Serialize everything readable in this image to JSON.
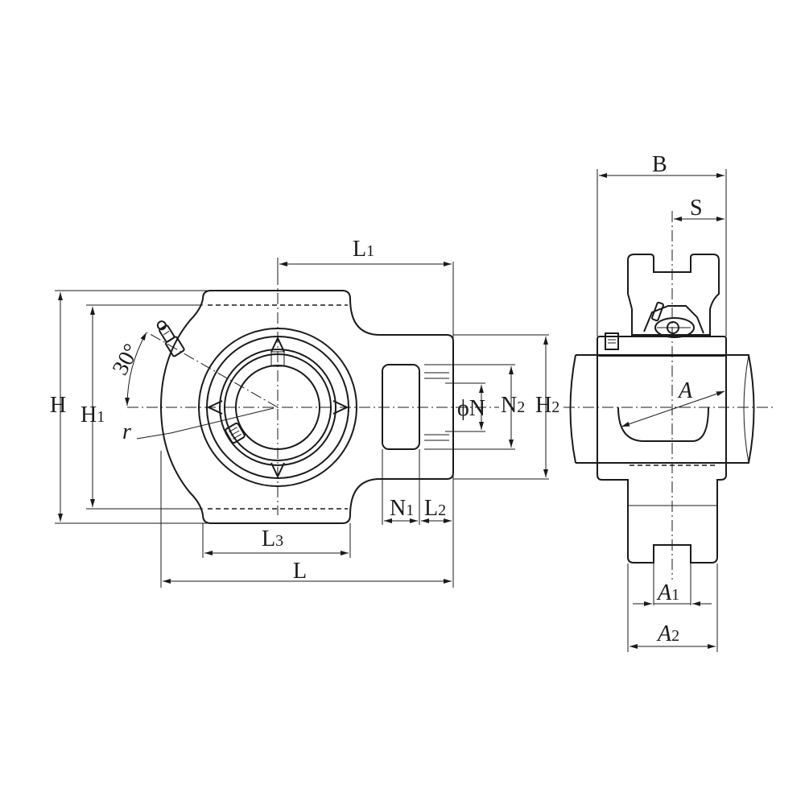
{
  "labels": {
    "H": "H",
    "H1": "H",
    "H1_sub": "1",
    "H2": "H",
    "H2_sub": "2",
    "L": "L",
    "L1": "L",
    "L1_sub": "1",
    "L2": "L",
    "L2_sub": "2",
    "L3": "L",
    "L3_sub": "3",
    "N1": "N",
    "N1_sub": "1",
    "N2": "N",
    "N2_sub": "2",
    "phiN": "ϕN",
    "r": "r",
    "angle": "30°",
    "B": "B",
    "S": "S",
    "A": "A",
    "A1": "A",
    "A1_sub": "1",
    "A2": "A",
    "A2_sub": "2"
  }
}
